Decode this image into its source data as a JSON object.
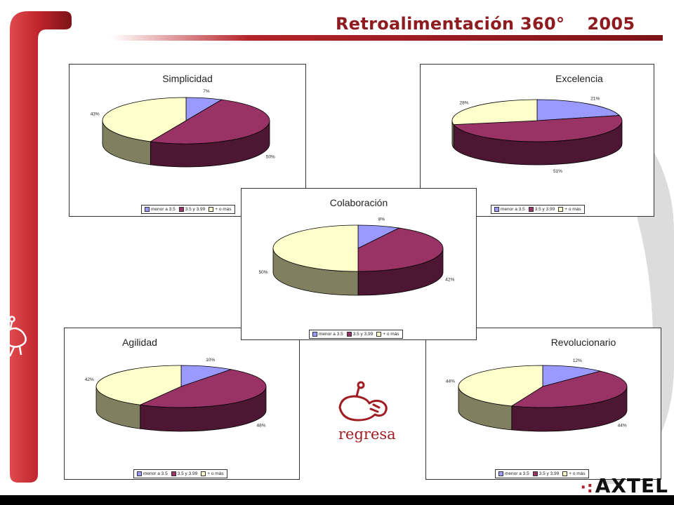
{
  "slide": {
    "title": "Retroalimentación 360°",
    "year": "2005",
    "back_link": "regresa",
    "brand": "AXTEL",
    "colors": {
      "accent": "#8e1b20",
      "background_arc": "#d9d9d9"
    }
  },
  "legend_labels": [
    "menor a 3.5",
    "3.5 y 3.99",
    "+ o más"
  ],
  "chart_data": [
    {
      "type": "pie",
      "title": "Simplicidad",
      "categories": [
        "menor a 3.5",
        "3.5 y 3.99",
        "+ o más"
      ],
      "values": [
        7,
        50,
        43
      ],
      "labels": [
        "7%",
        "50%",
        "43%"
      ],
      "colors": [
        "#9999ff",
        "#993366",
        "#ffffcc"
      ],
      "legend_position": "bottom"
    },
    {
      "type": "pie",
      "title": "Excelencia",
      "categories": [
        "menor a 3.5",
        "3.5 y 3.99",
        "+ o más"
      ],
      "values": [
        21,
        51,
        28
      ],
      "labels": [
        "21%",
        "51%",
        "28%"
      ],
      "colors": [
        "#9999ff",
        "#993366",
        "#ffffcc"
      ],
      "legend_position": "bottom"
    },
    {
      "type": "pie",
      "title": "Agilidad",
      "categories": [
        "menor a 3.5",
        "3.5 y 3.99",
        "+ o más"
      ],
      "values": [
        10,
        48,
        42
      ],
      "labels": [
        "10%",
        "48%",
        "42%"
      ],
      "colors": [
        "#9999ff",
        "#993366",
        "#ffffcc"
      ],
      "legend_position": "bottom"
    },
    {
      "type": "pie",
      "title": "Revolucionario",
      "categories": [
        "menor a 3.5",
        "3.5 y 3.99",
        "+ o más"
      ],
      "values": [
        12,
        44,
        44
      ],
      "labels": [
        "12%",
        "44%",
        "44%"
      ],
      "colors": [
        "#9999ff",
        "#993366",
        "#ffffcc"
      ],
      "legend_position": "bottom"
    },
    {
      "type": "pie",
      "title": "Colaboración",
      "categories": [
        "menor a 3.5",
        "3.5 y 3.99",
        "+ o más"
      ],
      "values": [
        8,
        42,
        50
      ],
      "labels": [
        "8%",
        "42%",
        "50%"
      ],
      "colors": [
        "#9999ff",
        "#993366",
        "#ffffcc"
      ],
      "legend_position": "bottom"
    }
  ]
}
